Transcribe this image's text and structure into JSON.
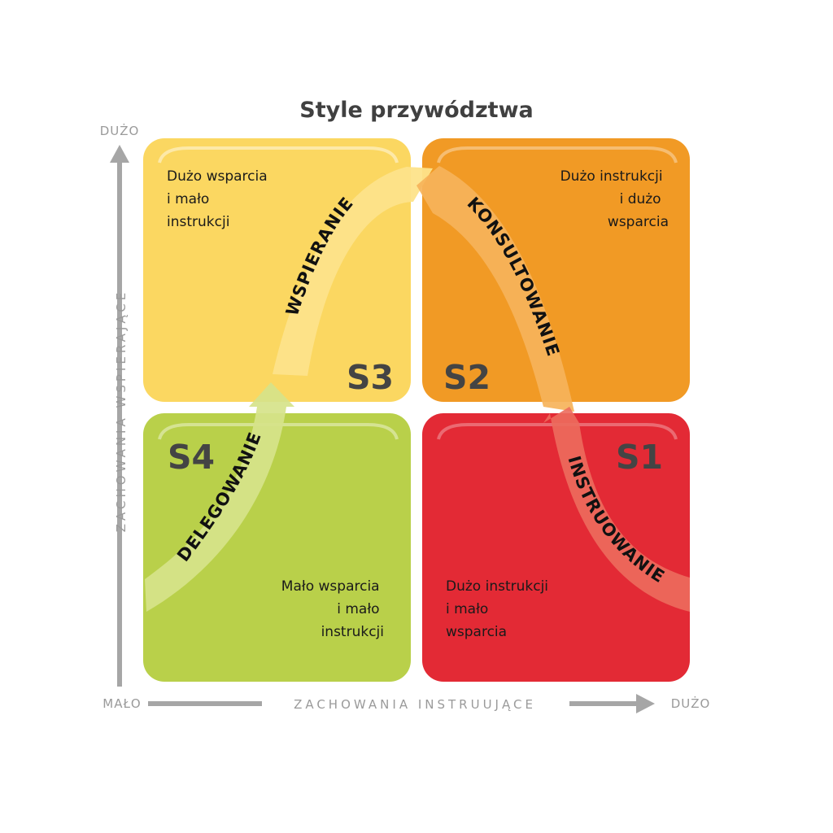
{
  "title": "Style przywództwa",
  "axes": {
    "y_label": "ZACHOWANIA WSPIERAJĄCE",
    "y_top": "DUŻO",
    "x_label": "ZACHOWANIA INSTRUUJĄCE",
    "x_left": "MAŁO",
    "x_right": "DUŻO"
  },
  "quadrants": {
    "s3": {
      "code": "S3",
      "color": "#fbd761",
      "lines": [
        "Dużo wsparcia",
        "i mało",
        "instrukcji"
      ]
    },
    "s2": {
      "code": "S2",
      "color": "#f19a25",
      "lines": [
        "Dużo instrukcji",
        "i dużo",
        "wsparcia"
      ]
    },
    "s4": {
      "code": "S4",
      "color": "#b9d04a",
      "lines": [
        "Mało wsparcia",
        "i mało",
        "instrukcji"
      ]
    },
    "s1": {
      "code": "S1",
      "color": "#e32a35",
      "lines": [
        "Dużo instrukcji",
        "i mało",
        "wsparcia"
      ]
    }
  },
  "arrow": {
    "labels": {
      "delegowanie": "DELEGOWANIE",
      "wspieranie": "WSPIERANIE",
      "konsultowanie": "KONSULTOWANIE",
      "instruowanie": "INSTRUOWANIE"
    },
    "colors": {
      "delegowanie": "#d6e38a",
      "wspieranie": "#fde38a",
      "konsultowanie": "#f6b35a",
      "instruowanie": "#ec6c5d"
    }
  }
}
